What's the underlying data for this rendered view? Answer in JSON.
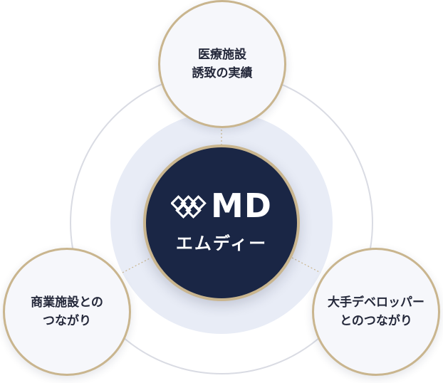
{
  "center": {
    "logo_text": "MD",
    "subtitle": "エムディー",
    "logo_mark_icon": "interlocking-square-icon"
  },
  "nodes": {
    "top": {
      "line1": "医療施設",
      "line2": "誘致の実績"
    },
    "left": {
      "line1": "商業施設との",
      "line2": "つながり"
    },
    "right": {
      "line1": "大手デベロッパー",
      "line2": "とのつながり"
    }
  },
  "colors": {
    "core_fill": "#1a2645",
    "gold_border": "#c9b58e",
    "node_fill": "#f6f7fb",
    "halo_fill": "#e8ecf6",
    "outer_ring": "#d9dbe3",
    "text_dark": "#24283a"
  }
}
